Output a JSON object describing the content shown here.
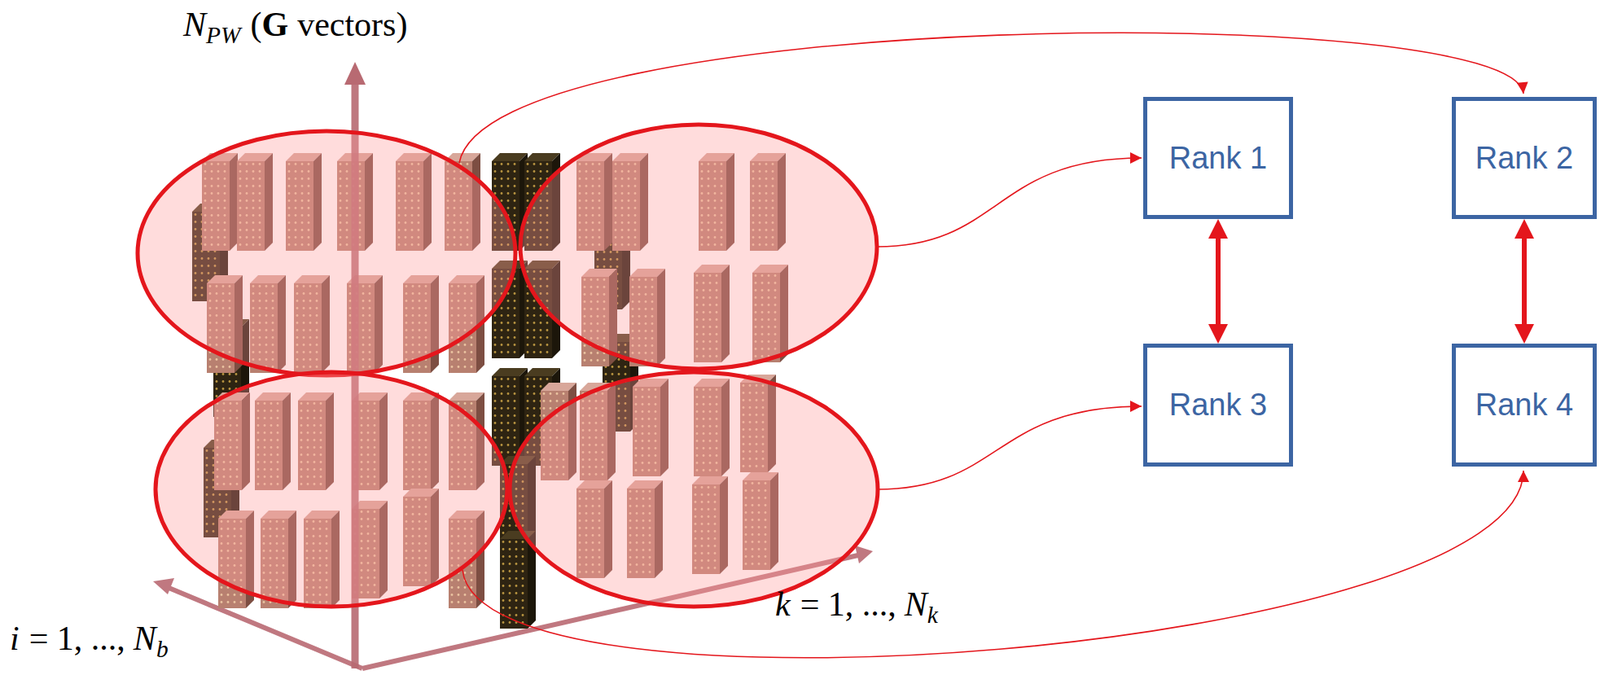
{
  "diagram": {
    "nodes": [
      {
        "text": [
          "Rank 1"
        ]
      },
      {
        "text": [
          "Rank 2"
        ]
      },
      {
        "text": [
          "Rank 3"
        ]
      },
      {
        "text": [
          "Rank 4"
        ]
      }
    ],
    "edges": [
      {
        "from": 0,
        "to": 2,
        "arrow": "both"
      },
      {
        "from": 1,
        "to": 3,
        "arrow": "both"
      }
    ],
    "labels": [
      "N",
      "PW",
      "(",
      "G",
      "vectors)",
      "i",
      "= 1, ...,",
      "N",
      "b",
      "k",
      "= 1, ...,",
      "N",
      "k"
    ]
  }
}
